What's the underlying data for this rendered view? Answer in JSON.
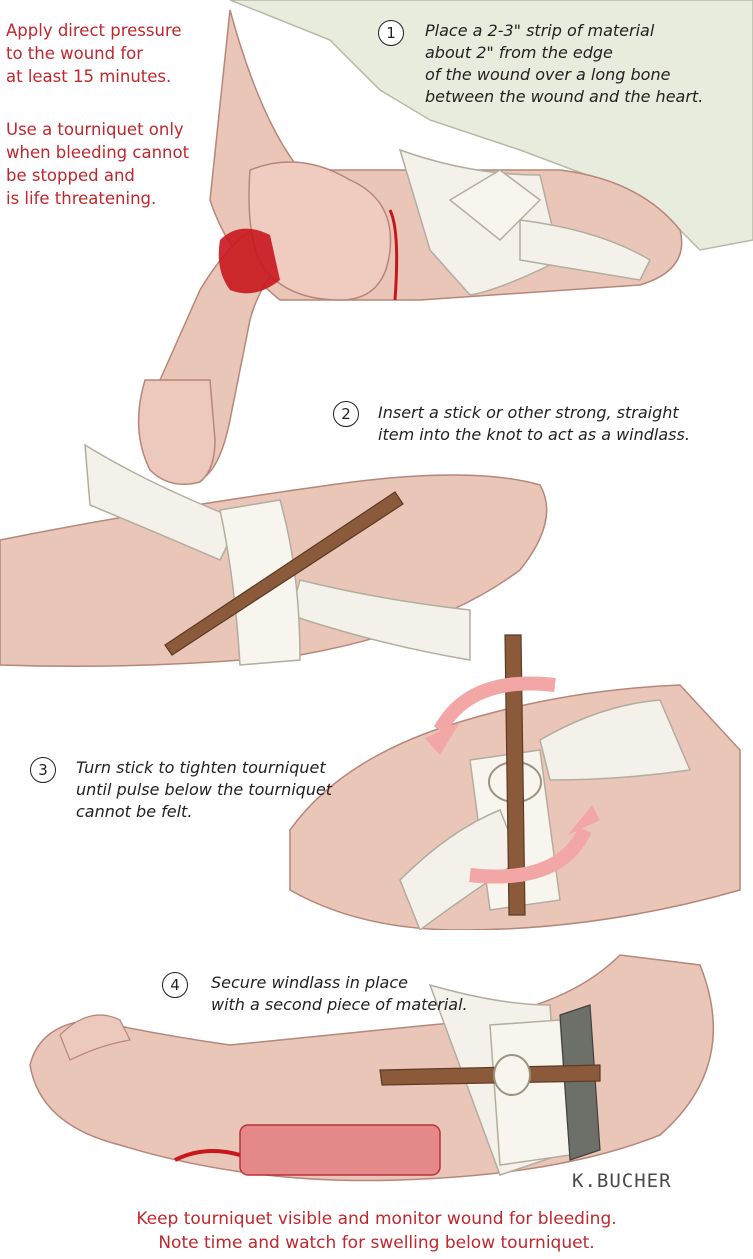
{
  "intro": {
    "pressure": [
      "Apply direct pressure",
      "to the wound for",
      "at least 15 minutes."
    ],
    "tourniquet_use": [
      "Use a tourniquet only",
      "when bleeding cannot",
      "be stopped and",
      "is life threatening."
    ]
  },
  "steps": [
    {
      "number": "1",
      "lines": [
        "Place a 2-3\" strip of material",
        "about 2\" from the edge",
        "of the wound over a long bone",
        "between the wound and the heart."
      ]
    },
    {
      "number": "2",
      "lines": [
        "Insert a stick or other strong, straight",
        "item into the knot to act as a windlass."
      ]
    },
    {
      "number": "3",
      "lines": [
        "Turn stick to tighten tourniquet",
        "until pulse below the tourniquet",
        "cannot be felt."
      ]
    },
    {
      "number": "4",
      "lines": [
        "Secure windlass in place",
        "with a second piece of material."
      ]
    }
  ],
  "signature": "K.BUCHER",
  "footer": [
    "Keep tourniquet visible and monitor wound for bleeding.",
    "Note time and watch for swelling below tourniquet."
  ],
  "colors": {
    "red_text": "#c0272d",
    "skin": "#e9c6b8",
    "cloth": "#f3f1ea",
    "stick": "#8a5a3b",
    "arrow": "#f2a6a6",
    "blood": "#c8161d",
    "shirt": "#e8ecdc"
  }
}
